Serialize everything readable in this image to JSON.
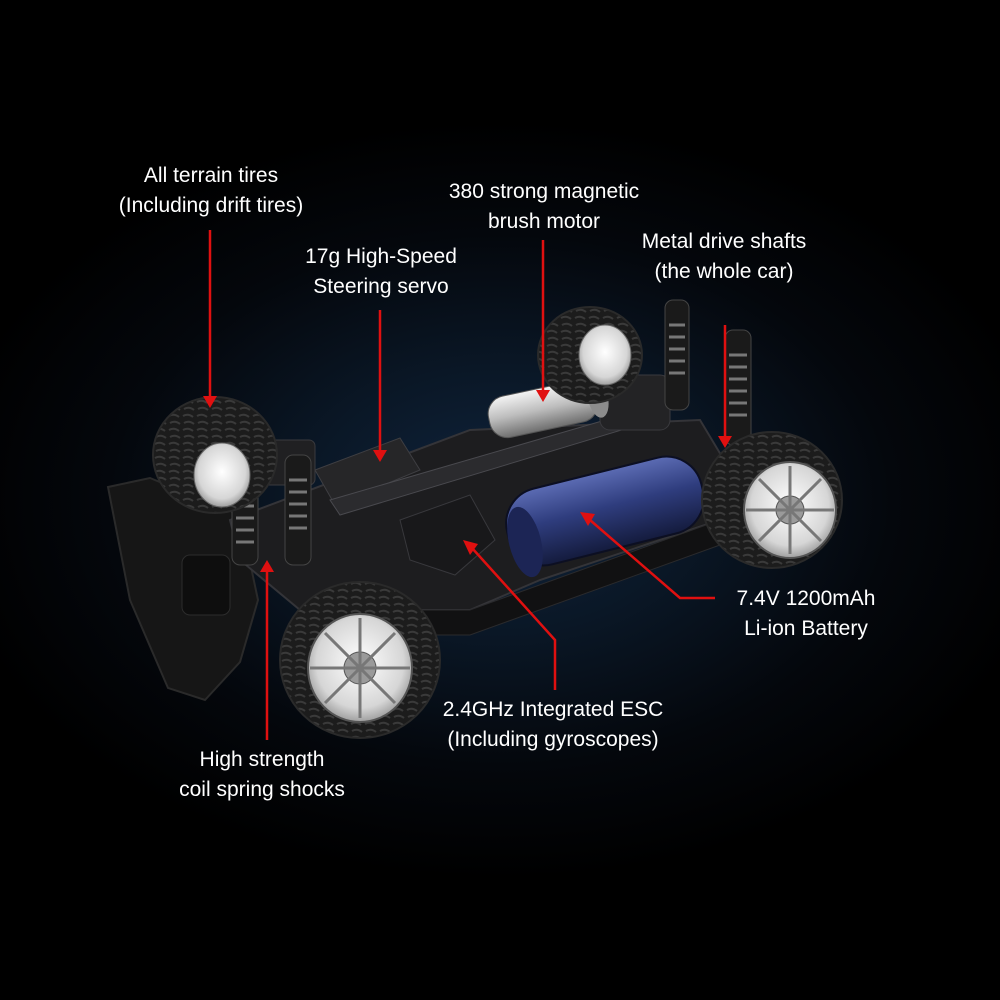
{
  "colors": {
    "background": "#000000",
    "glow": "#10243d",
    "pointer": "#e01010",
    "label_text": "#ffffff",
    "chassis": "#1b1b1d",
    "battery": "#2f3d7e",
    "motor": "#d8d8d8",
    "wheel_rim": "#e6e6e6"
  },
  "callouts": {
    "tires": {
      "line1": "All terrain tires",
      "line2": "(Including drift tires)"
    },
    "motor": {
      "line1": "380 strong magnetic",
      "line2": "brush motor"
    },
    "servo": {
      "line1": "17g High-Speed",
      "line2": "Steering servo"
    },
    "shafts": {
      "line1": "Metal drive shafts",
      "line2": "(the whole car)"
    },
    "battery": {
      "line1": "7.4V 1200mAh",
      "line2": "Li-ion Battery"
    },
    "esc": {
      "line1": "2.4GHz Integrated ESC",
      "line2": "(Including gyroscopes)"
    },
    "shocks": {
      "line1": "High strength",
      "line2": "coil spring shocks"
    }
  }
}
